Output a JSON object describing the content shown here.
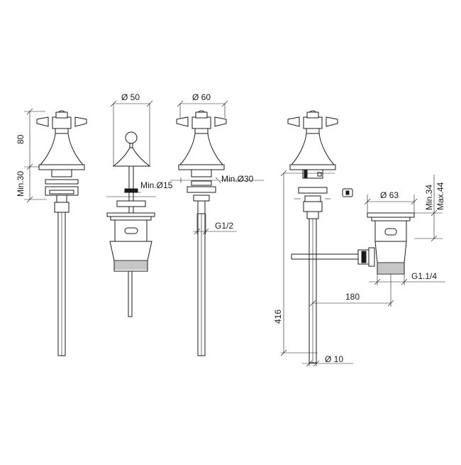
{
  "dimensions": {
    "height_80": "80",
    "min_30": "Min.30",
    "diameter_50": "Ø 50",
    "diameter_60": "Ø 60",
    "min_d15": "Min.Ø15",
    "min_d30": "Min.Ø30",
    "thread_g12": "G1/2",
    "diameter_63": "Ø 63",
    "min_34": "Min.34",
    "max_44": "Max.44",
    "thread_g114": "G1.1/4",
    "length_180": "180",
    "height_416": "416",
    "diameter_10": "Ø 10"
  },
  "colors": {
    "line": "#1a1a1a",
    "background": "#ffffff"
  }
}
